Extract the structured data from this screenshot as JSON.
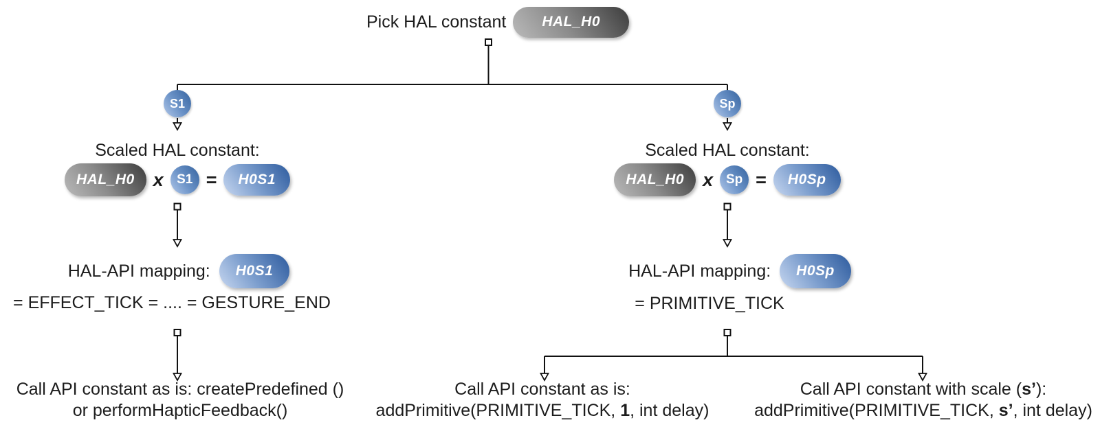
{
  "header": {
    "label": "Pick HAL constant",
    "pill": "HAL_H0"
  },
  "branches": {
    "left": {
      "badge": "S1",
      "scaled_title": "Scaled HAL constant:",
      "formula": {
        "hal": "HAL_H0",
        "op_x": "x",
        "scale": "S1",
        "op_eq": "=",
        "result": "H0S1"
      },
      "mapping_label": "HAL-API mapping:",
      "mapping_pill": "H0S1",
      "equivalence": "= EFFECT_TICK = .... = GESTURE_END",
      "action_line1": "Call API constant as is: createPredefined ()",
      "action_line2": "or performHapticFeedback()"
    },
    "right": {
      "badge": "Sp",
      "scaled_title": "Scaled HAL constant:",
      "formula": {
        "hal": "HAL_H0",
        "op_x": "x",
        "scale": "Sp",
        "op_eq": "=",
        "result": "H0Sp"
      },
      "mapping_label": "HAL-API mapping:",
      "mapping_pill": "H0Sp",
      "equivalence": "= PRIMITIVE_TICK",
      "action_as_is": {
        "line1": "Call API constant as is:",
        "line2_pre": "addPrimitive(PRIMITIVE_TICK, ",
        "line2_em": "1",
        "line2_post": ", int delay)"
      },
      "action_scaled": {
        "line1_pre": "Call API constant with scale (",
        "line1_em": "s’",
        "line1_post": "):",
        "line2_pre": "addPrimitive(PRIMITIVE_TICK, ",
        "line2_em": "s’",
        "line2_post": ", int delay)"
      }
    }
  },
  "colors": {
    "line": "#111111",
    "text": "#1c1c1c",
    "pill_gray_light": "#bababa",
    "pill_gray_dark": "#3d3d3d",
    "pill_blue_light": "#c7d7f0",
    "pill_blue_dark": "#2d5b9e",
    "badge_blue": "#35639f"
  }
}
